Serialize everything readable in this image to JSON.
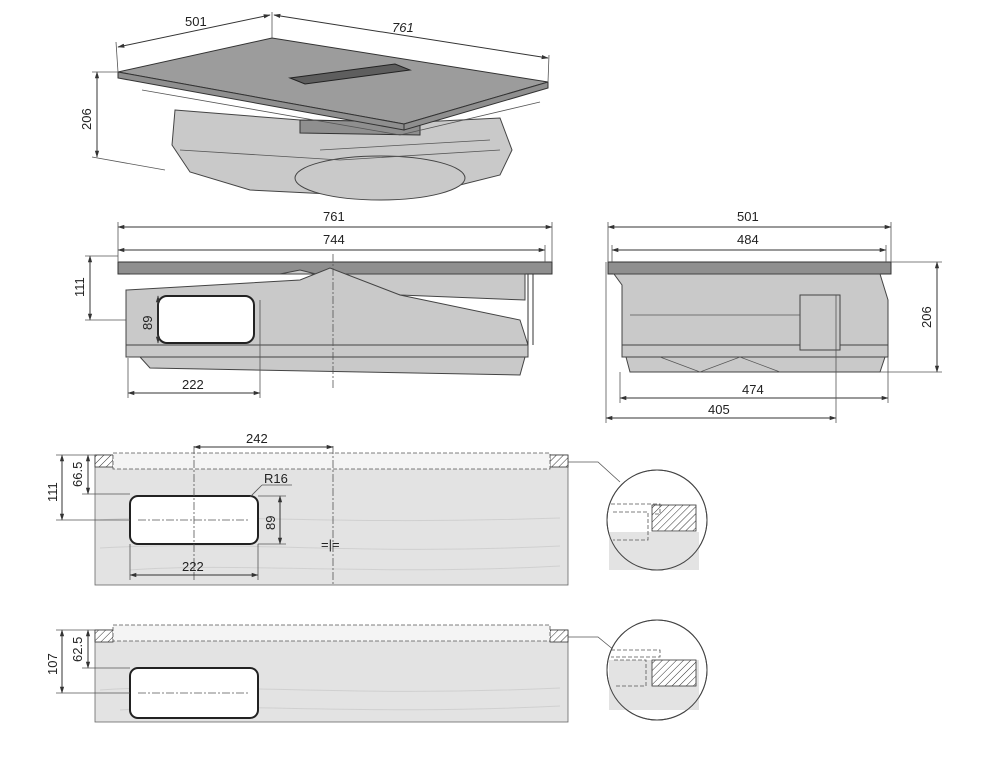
{
  "views": {
    "iso": {
      "depth": "501",
      "width": "761",
      "height": "206"
    },
    "front": {
      "width_outer": "761",
      "width_inner": "744",
      "height_top": "111",
      "duct_height": "89",
      "duct_width": "222"
    },
    "side": {
      "depth_outer": "501",
      "depth_inner": "484",
      "height": "206",
      "depth_474": "474",
      "depth_405": "405"
    },
    "cutout_a": {
      "height_total": "111",
      "height_upper": "66.5",
      "offset": "242",
      "radius": "R16",
      "hole_height": "89",
      "hole_width": "222"
    },
    "cutout_b": {
      "height_total": "107",
      "height_upper": "62.5"
    }
  },
  "icons": [
    "center-mark-icon"
  ],
  "colors": {
    "body": "#c9c9c9",
    "wood": "#e3e3e3",
    "line": "#333333"
  }
}
